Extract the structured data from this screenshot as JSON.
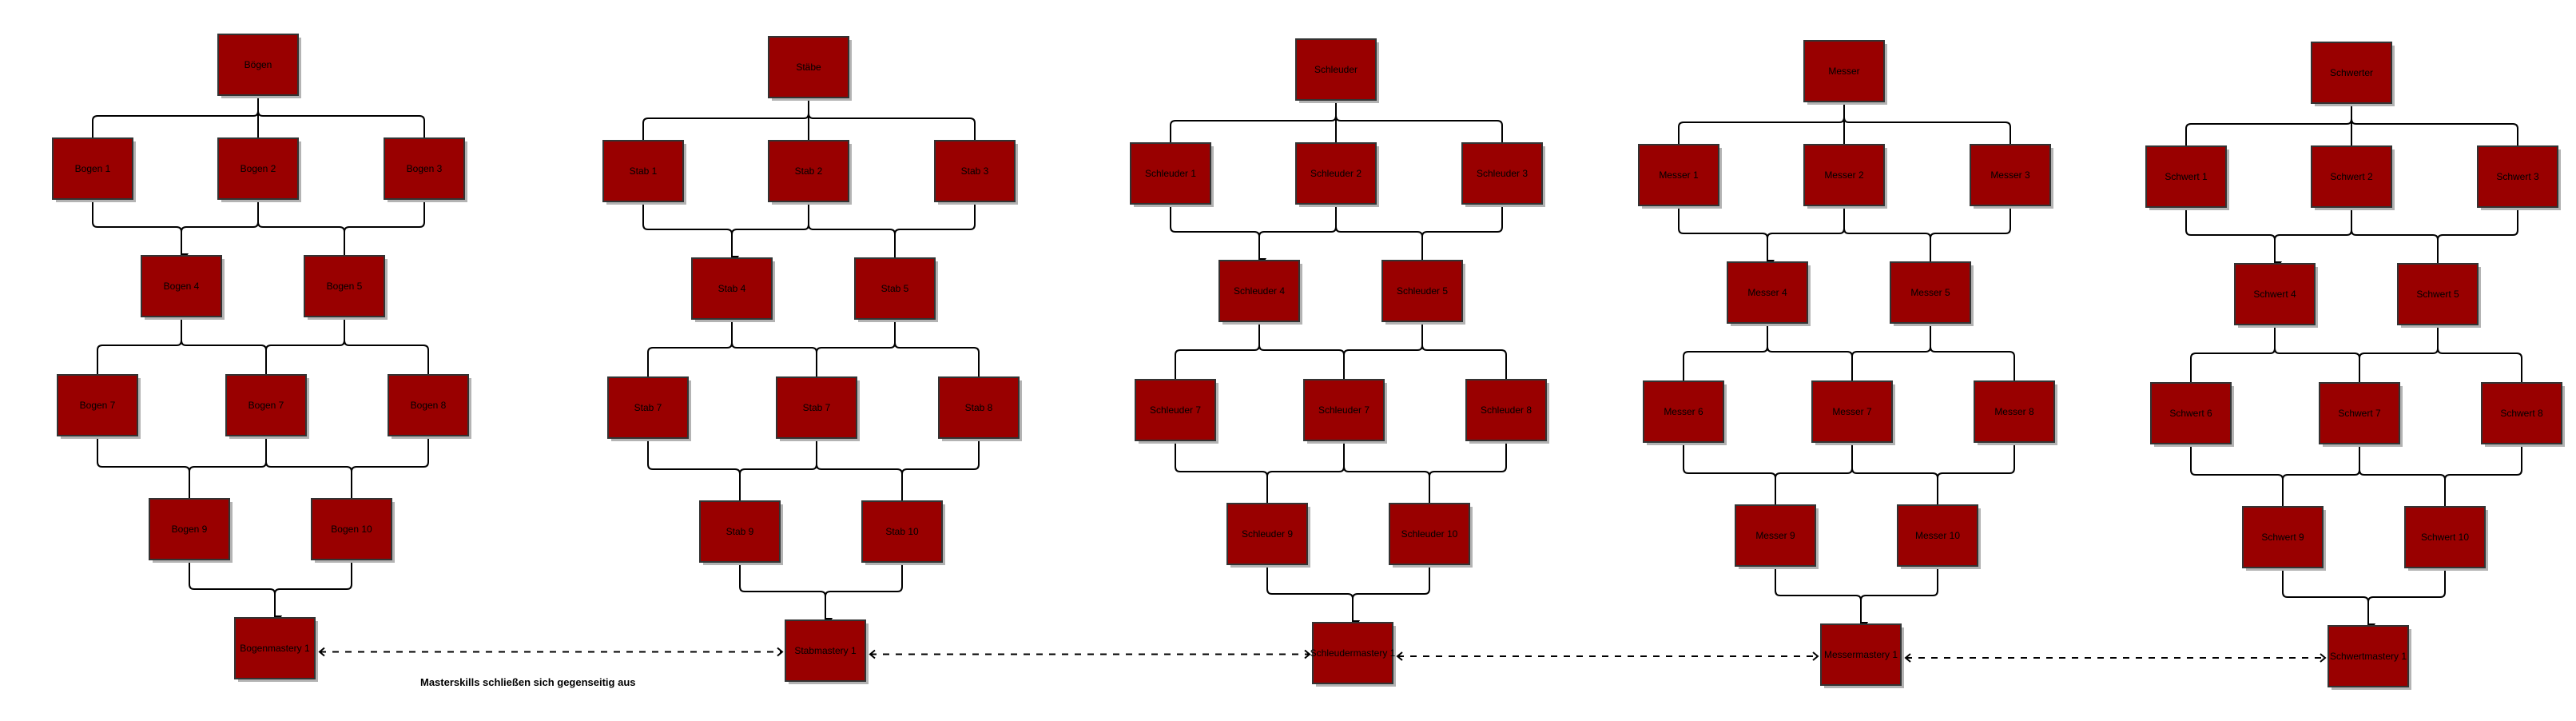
{
  "colors": {
    "node_fill": "#990000",
    "node_border": "#333333",
    "shadow": "#b3b3b3",
    "line": "#000000"
  },
  "trees": [
    {
      "id": "bogen",
      "root": "Bögen",
      "rows": [
        [
          "Bogen 1",
          "Bogen 2",
          "Bogen 3"
        ],
        [
          "Bogen 4",
          "Bogen 5"
        ],
        [
          "Bogen 7",
          "Bogen 7",
          "Bogen 8"
        ],
        [
          "Bogen 9",
          "Bogen 10"
        ]
      ],
      "mastery": "Bogenmastery 1"
    },
    {
      "id": "stab",
      "root": "Stäbe",
      "rows": [
        [
          "Stab 1",
          "Stab 2",
          "Stab 3"
        ],
        [
          "Stab 4",
          "Stab 5"
        ],
        [
          "Stab 7",
          "Stab 7",
          "Stab 8"
        ],
        [
          "Stab 9",
          "Stab 10"
        ]
      ],
      "mastery": "Stabmastery 1"
    },
    {
      "id": "schleuder",
      "root": "Schleuder",
      "rows": [
        [
          "Schleuder 1",
          "Schleuder 2",
          "Schleuder 3"
        ],
        [
          "Schleuder 4",
          "Schleuder 5"
        ],
        [
          "Schleuder 7",
          "Schleuder 7",
          "Schleuder 8"
        ],
        [
          "Schleuder 9",
          "Schleuder 10"
        ]
      ],
      "mastery": "Schleudermastery 1"
    },
    {
      "id": "messer",
      "root": "Messer",
      "rows": [
        [
          "Messer 1",
          "Messer 2",
          "Messer 3"
        ],
        [
          "Messer 4",
          "Messer 5"
        ],
        [
          "Messer 6",
          "Messer 7",
          "Messer 8"
        ],
        [
          "Messer 9",
          "Messer 10"
        ]
      ],
      "mastery": "Messermastery 1"
    },
    {
      "id": "schwert",
      "root": "Schwerter",
      "rows": [
        [
          "Schwert 1",
          "Schwert 2",
          "Schwert 3"
        ],
        [
          "Schwert 4",
          "Schwert 5"
        ],
        [
          "Schwert 6",
          "Schwert 7",
          "Schwert 8"
        ],
        [
          "Schwert 9",
          "Schwert 10"
        ]
      ],
      "mastery": "Schwertmastery 1"
    }
  ],
  "note": "Masterskills schließen sich gegenseitig aus"
}
